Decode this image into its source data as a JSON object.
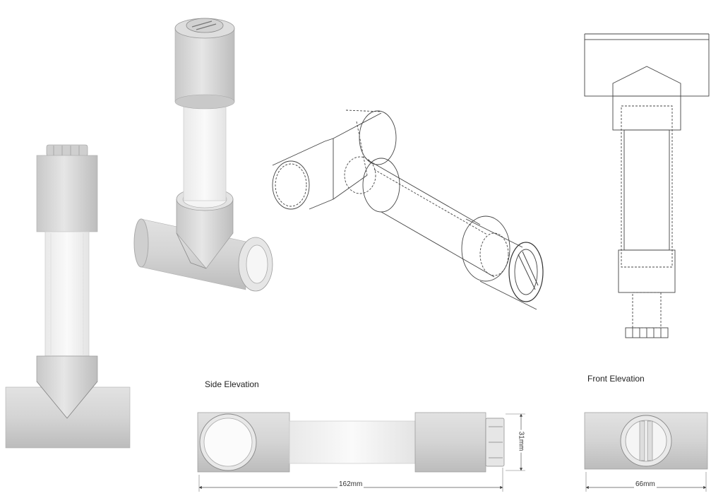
{
  "labels": {
    "side_elevation": "Side Elevation",
    "front_elevation": "Front Elevation"
  },
  "dimensions": {
    "side_length": "162mm",
    "side_height": "31mm",
    "front_width": "66mm"
  },
  "colors": {
    "body_gray": "#d9d9d9",
    "body_gray_dark": "#bdbdbd",
    "glass": "#f3f3f3",
    "line": "#555555"
  }
}
